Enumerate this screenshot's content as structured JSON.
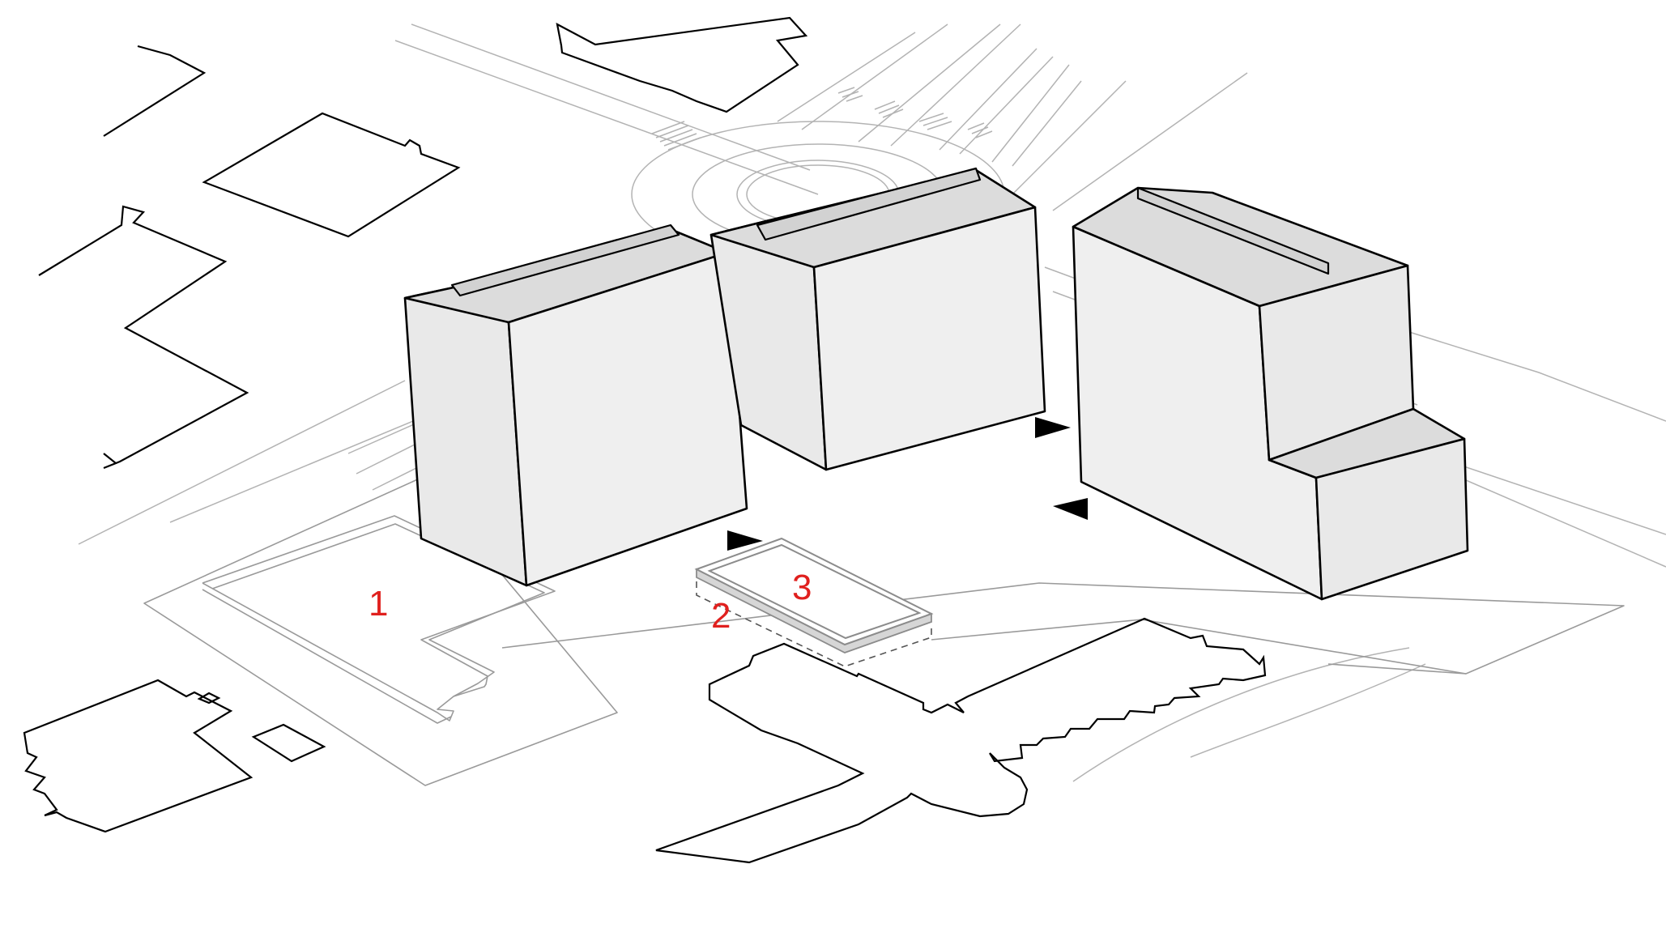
{
  "diagram": {
    "labels": {
      "zone_1": "1",
      "zone_2": "2",
      "zone_3": "3"
    },
    "colors": {
      "label": "#e0201e",
      "building_face": "#efefef",
      "building_top": "#dcdcdc",
      "outline": "#000000",
      "context_lines": "#9a9a9a"
    }
  }
}
